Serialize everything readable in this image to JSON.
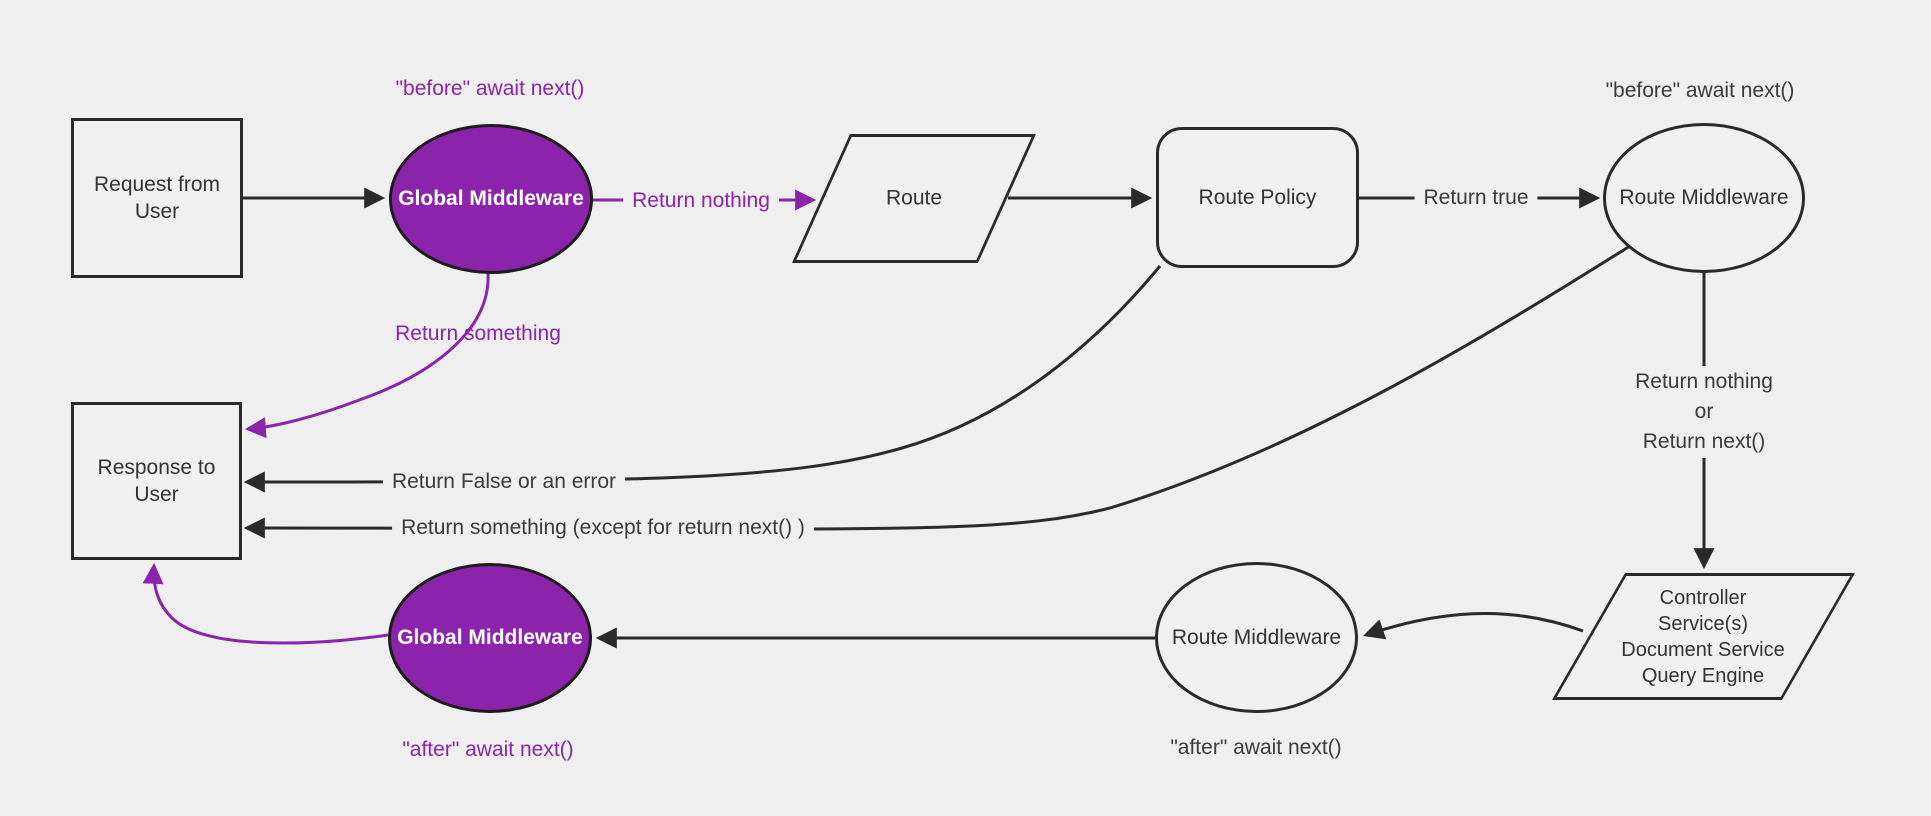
{
  "diagram": {
    "colors": {
      "background": "#efefef",
      "node_fill": "#f0f0f0",
      "stroke": "#2a2a2a",
      "purple": "#8b24aa",
      "purple_node_text": "#ffffff",
      "label_text": "#3b3b3b"
    },
    "nodes": {
      "request": {
        "label": "Request from User",
        "shape": "rectangle"
      },
      "global_mw_top": {
        "label": "Global Middleware",
        "shape": "ellipse"
      },
      "route": {
        "label": "Route",
        "shape": "parallelogram"
      },
      "route_policy": {
        "label": "Route Policy",
        "shape": "rounded-rectangle"
      },
      "route_mw_top": {
        "label": "Route Middleware",
        "shape": "ellipse"
      },
      "controller": {
        "label": "Controller\nService(s)\nDocument Service\nQuery Engine",
        "shape": "parallelogram"
      },
      "route_mw_bottom": {
        "label": "Route Middleware",
        "shape": "ellipse"
      },
      "global_mw_bottom": {
        "label": "Global Middleware",
        "shape": "ellipse"
      },
      "response": {
        "label": "Response to User",
        "shape": "rectangle"
      }
    },
    "edge_labels": {
      "before_await_global": "\"before\" await next()",
      "before_await_route_mw": "\"before\" await next()",
      "return_nothing": "Return nothing",
      "return_true": "Return true",
      "return_something": "Return something",
      "return_false_or_error": "Return False or an error",
      "return_something_except": "Return something (except for return next() )",
      "return_nothing_or_next": "Return nothing\nor\nReturn next()",
      "after_await_global": "\"after\" await next()",
      "after_await_route_mw": "\"after\" await next()"
    }
  }
}
